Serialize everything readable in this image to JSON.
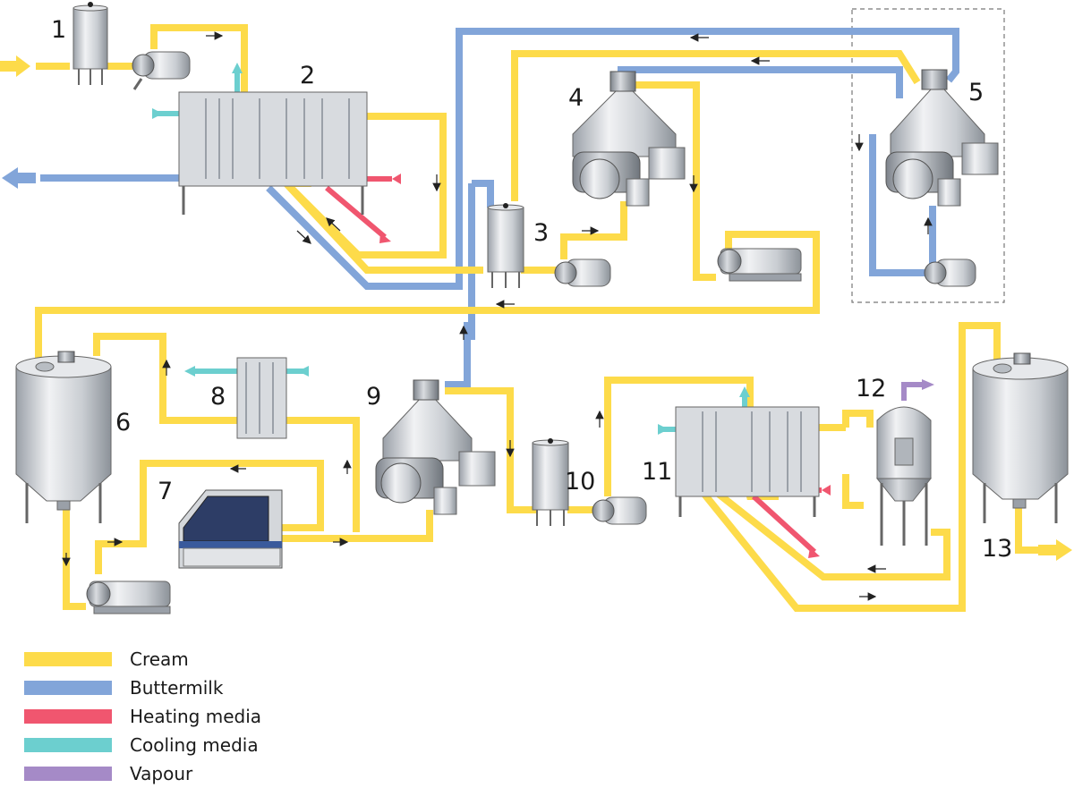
{
  "equipment_numbers": [
    "1",
    "2",
    "3",
    "4",
    "5",
    "6",
    "7",
    "8",
    "9",
    "10",
    "11",
    "12",
    "13"
  ],
  "legend": [
    {
      "label": "Cream",
      "color": "#fddb4a"
    },
    {
      "label": "Buttermilk",
      "color": "#82a5d9"
    },
    {
      "label": "Heating media",
      "color": "#f0566f"
    },
    {
      "label": "Cooling media",
      "color": "#6ccfcf"
    },
    {
      "label": "Vapour",
      "color": "#a58ac7"
    }
  ],
  "colors": {
    "cream": "#fddb4a",
    "buttermilk": "#82a5d9",
    "heating": "#f0566f",
    "cooling": "#6ccfcf",
    "vapour": "#a58ac7",
    "steel": "#c8ccd1",
    "frame_dashed": "#777777"
  }
}
